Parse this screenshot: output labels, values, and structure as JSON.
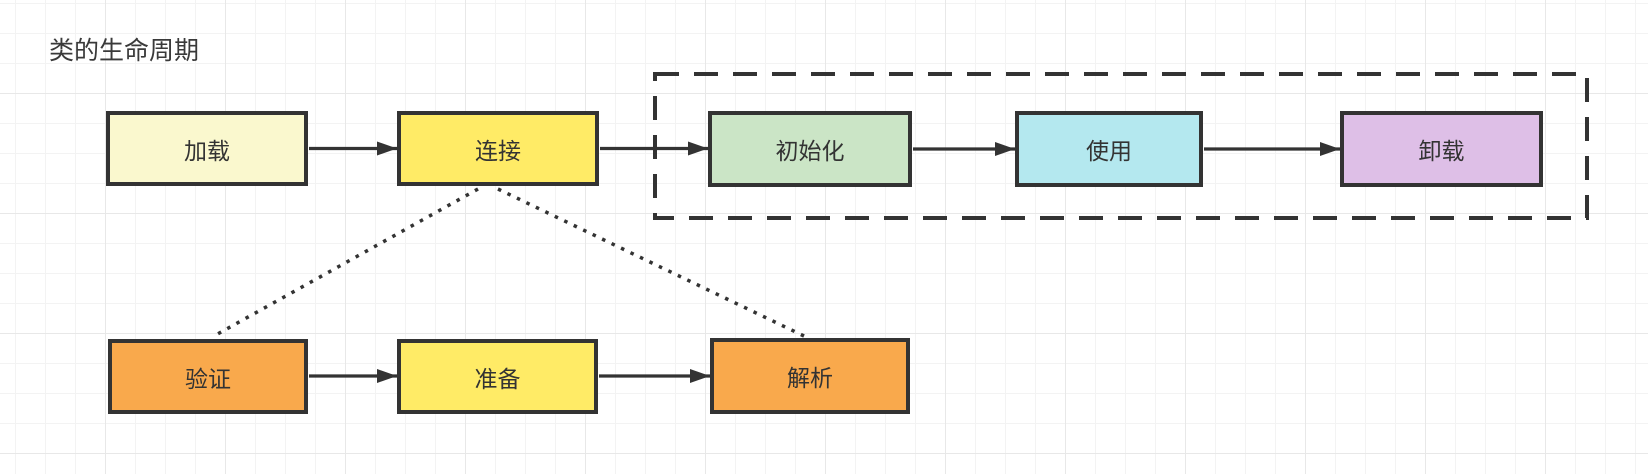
{
  "title": "类的生命周期",
  "colors": {
    "stroke": "#333333",
    "canvas": "#ffffff",
    "grid_minor": "#f3f3f3",
    "grid_major": "#e8e8e8"
  },
  "nodes": {
    "load": {
      "label": "加载",
      "fill": "#FAF8CE"
    },
    "link": {
      "label": "连接",
      "fill": "#FFEB66"
    },
    "init": {
      "label": "初始化",
      "fill": "#CBE5C6"
    },
    "use": {
      "label": "使用",
      "fill": "#B4E8EF"
    },
    "unload": {
      "label": "卸载",
      "fill": "#DEBFE7"
    },
    "verify": {
      "label": "验证",
      "fill": "#F9A94C"
    },
    "prepare": {
      "label": "准备",
      "fill": "#FFEB66"
    },
    "resolve": {
      "label": "解析",
      "fill": "#F9A94C"
    }
  },
  "edges": [
    {
      "from": "load",
      "to": "link",
      "style": "solid-arrow"
    },
    {
      "from": "link",
      "to": "init",
      "style": "solid-arrow"
    },
    {
      "from": "init",
      "to": "use",
      "style": "solid-arrow"
    },
    {
      "from": "use",
      "to": "unload",
      "style": "solid-arrow"
    },
    {
      "from": "verify",
      "to": "prepare",
      "style": "solid-arrow"
    },
    {
      "from": "prepare",
      "to": "resolve",
      "style": "solid-arrow"
    },
    {
      "from": "link",
      "to": "verify",
      "style": "dotted"
    },
    {
      "from": "link",
      "to": "resolve",
      "style": "dotted"
    }
  ],
  "groups": [
    {
      "members": [
        "init",
        "use",
        "unload"
      ],
      "style": "dashed-rect"
    }
  ]
}
